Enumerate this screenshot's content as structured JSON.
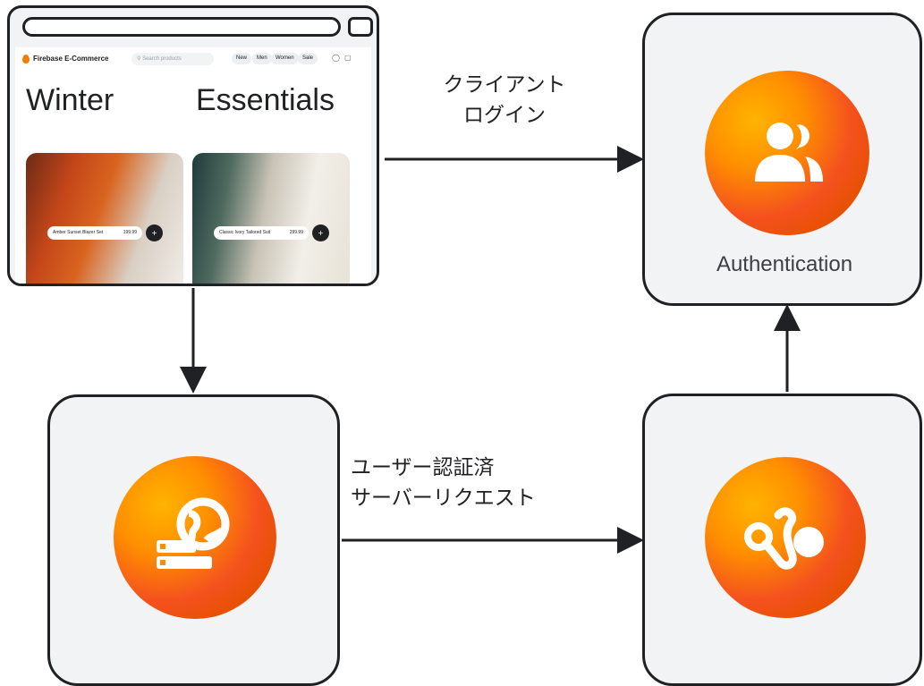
{
  "browser": {
    "brand": "Firebase E-Commerce",
    "search_placeholder": "Search products",
    "nav": [
      "New",
      "Men",
      "Women",
      "Sale"
    ],
    "hero_left": "Winter",
    "hero_right": "Essentials",
    "products": [
      {
        "name": "Amber Sunset Blazer Set",
        "price": "199.99",
        "add": "+"
      },
      {
        "name": "Classic Ivory Tailored Suit",
        "price": "299.99",
        "add": "+"
      }
    ],
    "icons": [
      "flame-icon",
      "search-icon",
      "user-icon",
      "cart-icon"
    ]
  },
  "labels": {
    "client_login_line1": "クライアント",
    "client_login_line2": "ログイン",
    "server_req_line1": "ユーザー認証済",
    "server_req_line2": "サーバーリクエスト"
  },
  "services": {
    "auth_label": "Authentication",
    "auth_icon": "users-icon",
    "hosting_icon": "server-globe-icon",
    "connect_icon": "data-connect-icon"
  },
  "colors": {
    "stroke": "#202124",
    "box_fill": "#f1f3f4",
    "accent_orange": "#ff8f00",
    "accent_red": "#e64a19"
  }
}
